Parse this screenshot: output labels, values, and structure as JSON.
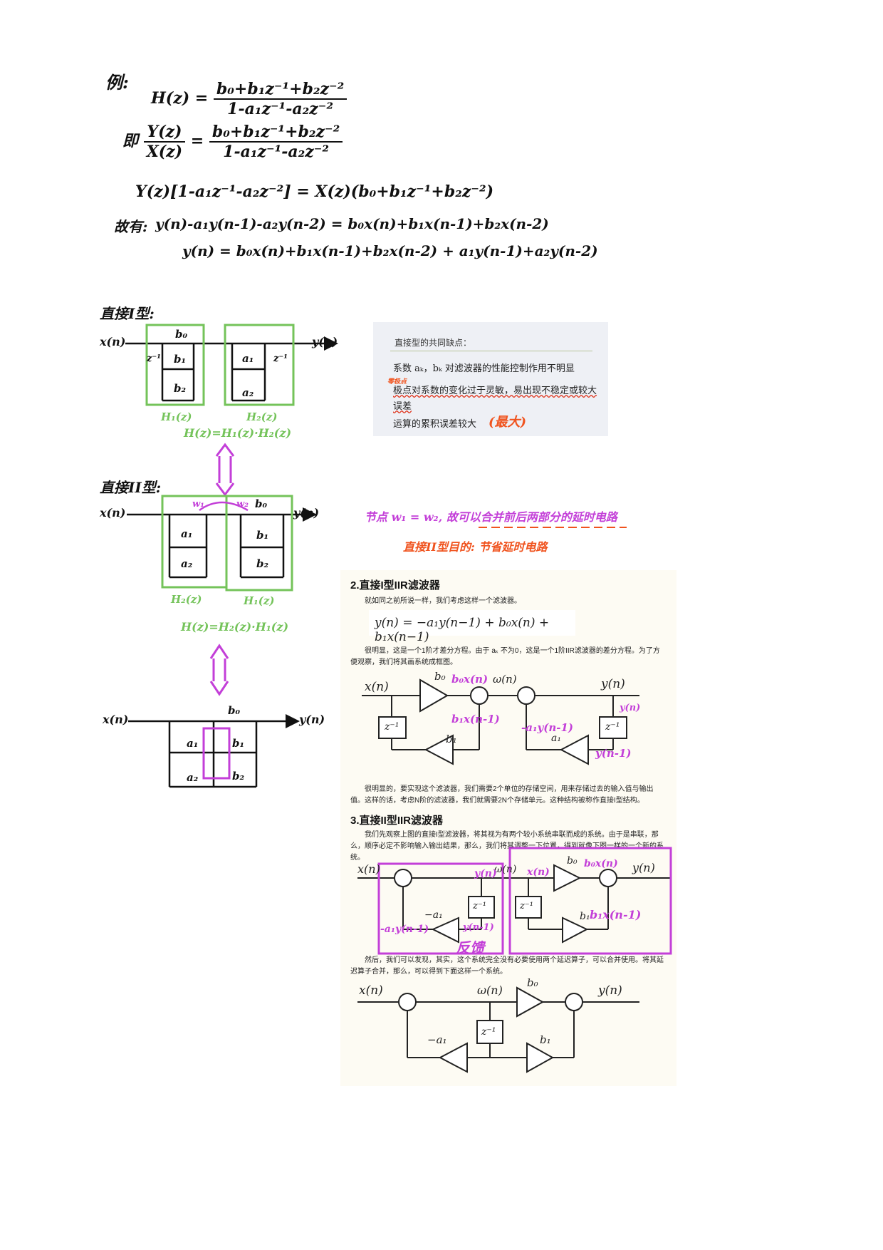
{
  "top": {
    "example_label": "例:",
    "h_lhs": "H(z) =",
    "h_num": "b₀+b₁z⁻¹+b₂z⁻²",
    "h_den": "1-a₁z⁻¹-a₂z⁻²",
    "ji": "即",
    "ratio_num": "Y(z)",
    "ratio_den": "X(z)",
    "eq1": "Y(z)[1-a₁z⁻¹-a₂z⁻²] = X(z)(b₀+b₁z⁻¹+b₂z⁻²)",
    "gu_label": "故有:",
    "eq2": "y(n)-a₁y(n-1)-a₂y(n-2) = b₀x(n)+b₁x(n-1)+b₂x(n-2)",
    "eq3": "y(n) = b₀x(n)+b₁x(n-1)+b₂x(n-2) + a₁y(n-1)+a₂y(n-2)"
  },
  "direct1": {
    "heading": "直接I型:",
    "x": "x(n)",
    "y": "y(n)",
    "b0": "b₀",
    "b1": "b₁",
    "b2": "b₂",
    "a1": "a₁",
    "a2": "a₂",
    "z1": "z⁻¹",
    "z2": "z⁻¹",
    "h1": "H₁(z)",
    "h2": "H₂(z)",
    "product": "H(z)=H₁(z)·H₂(z)"
  },
  "note_box": {
    "title": "直接型的共同缺点：",
    "items": [
      "系数 aₖ，bₖ 对滤波器的性能控制作用不明显",
      "极点对系数的变化过于灵敏，易出现不稳定或较大误差",
      "运算的累积误差较大"
    ],
    "handwritten_small": "零极点",
    "handwritten_big": "(最大)"
  },
  "direct2": {
    "heading": "直接II型:",
    "x": "x(n)",
    "y": "y(n)",
    "w1": "w₁",
    "w2": "w₂",
    "b0": "b₀",
    "b1": "b₁",
    "b2": "b₂",
    "a1": "a₁",
    "a2": "a₂",
    "h2": "H₂(z)",
    "h1": "H₁(z)",
    "product": "H(z)=H₂(z)·H₁(z)",
    "note_purple": "节点 w₁ = w₂, 故可以合并前后两部分的延时电路",
    "note_orange": "直接II型目的: 节省延时电路"
  },
  "merged": {
    "x": "x(n)",
    "y": "y(n)",
    "b0": "b₀",
    "b1": "b₁",
    "b2": "b₂",
    "a1": "a₁",
    "a2": "a₂"
  },
  "article": {
    "sec2_title": "2.直接I型IIR滤波器",
    "sec2_intro": "就如同之前所说一样，我们考虑这样一个滤波器。",
    "sec2_eq": "y(n) = −a₁y(n−1) + b₀x(n) + b₁x(n−1)",
    "sec2_p2": "很明显，这是一个1阶才差分方程。由于 aₖ 不为0，这是一个1阶IIR滤波器的差分方程。为了方便观察，我们将其画系统成框图。",
    "sec2_p3": "很明显的，要实现这个滤波器，我们需要2个单位的存储空间，用来存储过去的输入值与输出值。这样的话，考虑N阶的滤波器，我们就需要2N个存储单元。这种结构被称作直接I型结构。",
    "sec3_title": "3.直接II型IIR滤波器",
    "sec3_p1": "我们先观察上图的直接I型滤波器，将其视为有两个较小系统串联而成的系统。由于是串联，那么，顺序必定不影响输入输出结果，那么，我们将其调整一下位置，得到就像下图一样的一个新的系统。",
    "sec3_p2": "然后，我们可以发现，其实，这个系统完全没有必要使用两个延迟算子，可以合并使用。将其延迟算子合并，那么，可以得到下面这样一个系统。",
    "fig_x": "x(n)",
    "fig_y": "y(n)",
    "fig_w": "ω(n)",
    "fig_b0": "b₀",
    "fig_b1": "b₁",
    "fig_a1": "−a₁",
    "fig_a1b": "a₁",
    "fig_z": "z⁻¹",
    "pen_b0x": "b₀x(n)",
    "pen_b1x": "b₁x(n-1)",
    "pen_a1y": "-a₁y(n-1)",
    "pen_yn": "y(n)",
    "pen_yn1": "y(n-1)",
    "pen_xn": "x(n)",
    "pen_feedback": "反馈"
  }
}
